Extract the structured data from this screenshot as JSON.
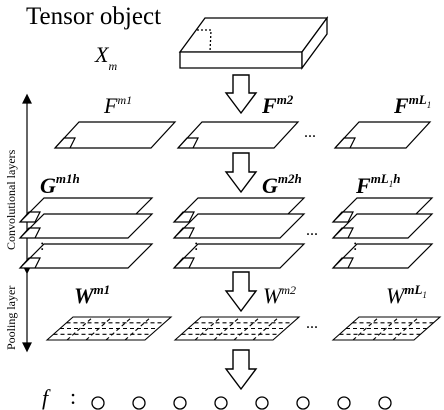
{
  "title": "Tensor object",
  "input_label": {
    "base": "X",
    "sub": "m"
  },
  "side_labels": {
    "conv": "Convolutional layers",
    "pool": "Pooling layer"
  },
  "feature_maps": [
    {
      "base": "F",
      "sup": "m1",
      "style": "italic"
    },
    {
      "base": "F",
      "sup": "m2",
      "style": "bold"
    },
    {
      "base": "F",
      "sup": "mL",
      "sub": "1",
      "style": "italic"
    }
  ],
  "gabor_maps": [
    {
      "base": "G",
      "sup": "m1h"
    },
    {
      "base": "G",
      "sup": "m2h"
    },
    {
      "base": "F",
      "sup": "mL",
      "sup2": "h",
      "sub": "1"
    }
  ],
  "pool_maps": [
    {
      "base": "W",
      "sup": "m1",
      "style": "bold"
    },
    {
      "base": "W",
      "sup": "m2",
      "style": "italic"
    },
    {
      "base": "W",
      "sup": "mL",
      "sub": "1",
      "style": "italic"
    }
  ],
  "ellipsis": "...",
  "vertical_ellipsis": ":",
  "output": {
    "label": "f",
    "separator": ":",
    "node_count": 8
  }
}
